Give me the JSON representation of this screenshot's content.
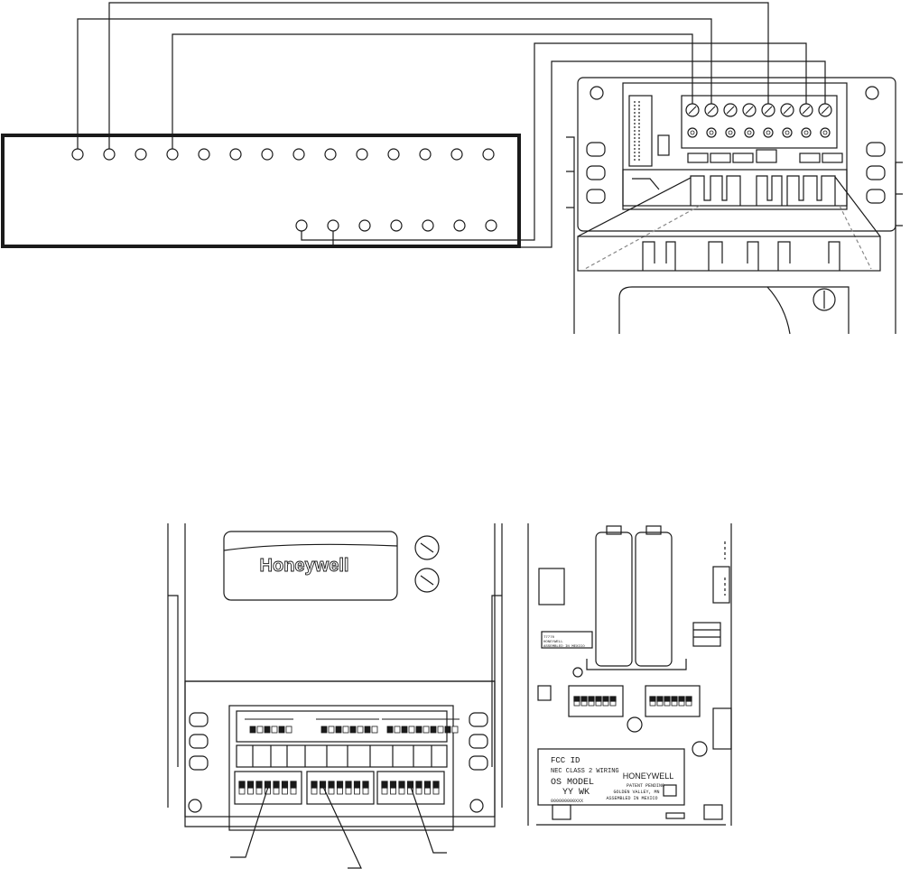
{
  "wiring": {
    "controller_upper_terminal_count": 14,
    "controller_lower_terminal_count": 7,
    "wallmodule_terminal_count": 8
  },
  "front_view": {
    "logo": "Honeywell",
    "dip_switch_bank_count": 3
  },
  "back_view": {
    "small_label_lines": [
      "T7770",
      "HONEYWELL",
      "ASSEMBLED IN MEXICO"
    ],
    "nameplate": {
      "fcc_id": "FCC ID",
      "nec": "NEC CLASS 2 WIRING",
      "os_model": "OS MODEL",
      "date_code": "YY WK",
      "serial": "000000000XXX",
      "brand": "HONEYWELL",
      "patent": "PATENT PENDING",
      "location": "GOLDEN VALLEY, MN",
      "assembly": "ASSEMBLED IN MEXICO"
    }
  },
  "colors": {
    "line": "#1a1a1a",
    "background": "#ffffff"
  }
}
